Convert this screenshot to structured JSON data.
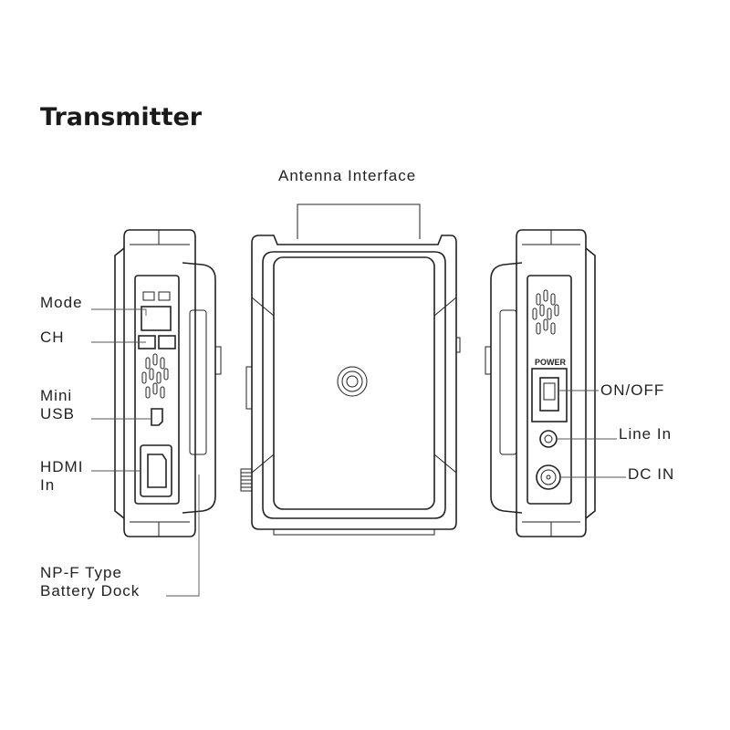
{
  "title": "Transmitter",
  "labels": {
    "antenna": "Antenna Interface",
    "mode": "Mode",
    "ch": "CH",
    "mini_usb_1": "Mini",
    "mini_usb_2": "USB",
    "hdmi_1": "HDMI",
    "hdmi_2": "In",
    "battery_1": "NP-F Type",
    "battery_2": "Battery Dock",
    "onoff": "ON/OFF",
    "line_in": "Line In",
    "dc_in": "DC IN"
  },
  "device_text": {
    "power": "POWER"
  }
}
